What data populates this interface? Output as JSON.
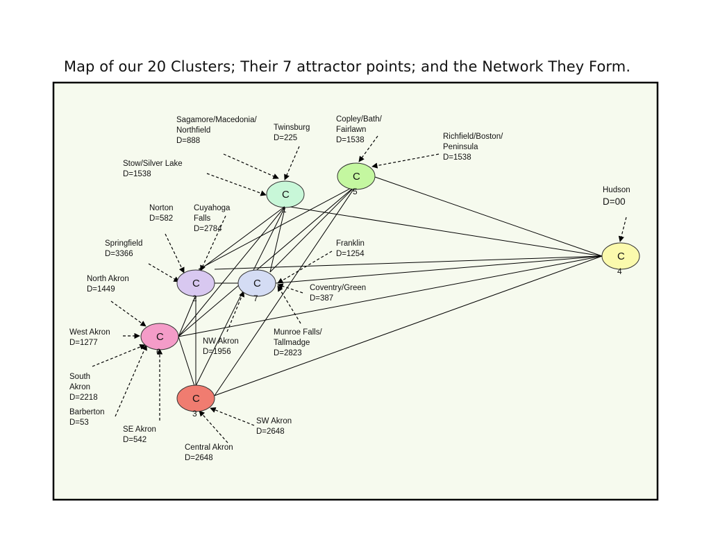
{
  "title": "Map of our 20 Clusters; Their 7 attractor points; and the Network They Form.",
  "colors": {
    "panel_bg": "#f6faee",
    "panel_border": "#000000",
    "c1": "#c8f7d8",
    "c2": "#d8c8f0",
    "c3": "#f07c70",
    "c4": "#fbfaad",
    "c5": "#c4f7a0",
    "c6": "#f49cc8",
    "c7": "#d4dcf4"
  },
  "nodes": [
    {
      "id": "c1",
      "letter": "C",
      "number": "1"
    },
    {
      "id": "c2",
      "letter": "C",
      "number": "2"
    },
    {
      "id": "c3",
      "letter": "C",
      "number": "3"
    },
    {
      "id": "c4",
      "letter": "C",
      "number": "4"
    },
    {
      "id": "c5",
      "letter": "C",
      "number": "5"
    },
    {
      "id": "c6",
      "letter": "C",
      "number": "6"
    },
    {
      "id": "c7",
      "letter": "C",
      "number": "7"
    }
  ],
  "edges": [
    [
      "c1",
      "c2"
    ],
    [
      "c1",
      "c3"
    ],
    [
      "c1",
      "c4"
    ],
    [
      "c1",
      "c6"
    ],
    [
      "c1",
      "c7"
    ],
    [
      "c5",
      "c2"
    ],
    [
      "c5",
      "c3"
    ],
    [
      "c5",
      "c4"
    ],
    [
      "c5",
      "c6"
    ],
    [
      "c5",
      "c7"
    ],
    [
      "c4",
      "c2"
    ],
    [
      "c4",
      "c3"
    ],
    [
      "c4",
      "c6"
    ],
    [
      "c4",
      "c7"
    ],
    [
      "c2",
      "c7"
    ],
    [
      "c2",
      "c3"
    ],
    [
      "c2",
      "c6"
    ],
    [
      "c6",
      "c3"
    ]
  ],
  "clusters": [
    {
      "id": "sagamore",
      "lines": [
        "Sagamore/Macedonia/",
        "Northfield",
        "D=888"
      ],
      "target": "c1"
    },
    {
      "id": "twinsburg",
      "lines": [
        "Twinsburg",
        "D=225"
      ],
      "target": "c1"
    },
    {
      "id": "copley",
      "lines": [
        "Copley/Bath/",
        "Fairlawn",
        "D=1538"
      ],
      "target": "c5"
    },
    {
      "id": "richfield",
      "lines": [
        "Richfield/Boston/",
        "Peninsula",
        "D=1538"
      ],
      "target": "c5"
    },
    {
      "id": "stow",
      "lines": [
        "Stow/Silver Lake",
        "D=1538"
      ],
      "target": "c1"
    },
    {
      "id": "hudson",
      "lines": [
        "Hudson",
        "D=00"
      ],
      "target": "c4"
    },
    {
      "id": "norton",
      "lines": [
        "Norton",
        "D=582"
      ],
      "target": "c2"
    },
    {
      "id": "cuyahoga",
      "lines": [
        "Cuyahoga",
        "Falls",
        "D=2784"
      ],
      "target": "c2"
    },
    {
      "id": "springfield",
      "lines": [
        "Springfield",
        "D=3366"
      ],
      "target": "c2"
    },
    {
      "id": "franklin",
      "lines": [
        "Franklin",
        "D=1254"
      ],
      "target": "c7"
    },
    {
      "id": "north-akron",
      "lines": [
        "North Akron",
        "D=1449"
      ],
      "target": "c6"
    },
    {
      "id": "coventry",
      "lines": [
        "Coventry/Green",
        "D=387"
      ],
      "target": "c7"
    },
    {
      "id": "west-akron",
      "lines": [
        "West Akron",
        "D=1277"
      ],
      "target": "c6"
    },
    {
      "id": "munroe",
      "lines": [
        "Munroe Falls/",
        "Tallmadge",
        "D=2823"
      ],
      "target": "c7"
    },
    {
      "id": "nw-akron",
      "lines": [
        "NW Akron",
        "D=1956"
      ],
      "target": "c7"
    },
    {
      "id": "south-akron",
      "lines": [
        "South",
        "Akron",
        "D=2218"
      ],
      "target": "c6"
    },
    {
      "id": "barberton",
      "lines": [
        "Barberton",
        "D=53"
      ],
      "target": "c6"
    },
    {
      "id": "se-akron",
      "lines": [
        "SE Akron",
        "D=542"
      ],
      "target": "c6"
    },
    {
      "id": "sw-akron",
      "lines": [
        "SW Akron",
        "D=2648"
      ],
      "target": "c3"
    },
    {
      "id": "central-akron",
      "lines": [
        "Central Akron",
        "D=2648"
      ],
      "target": "c3"
    }
  ]
}
